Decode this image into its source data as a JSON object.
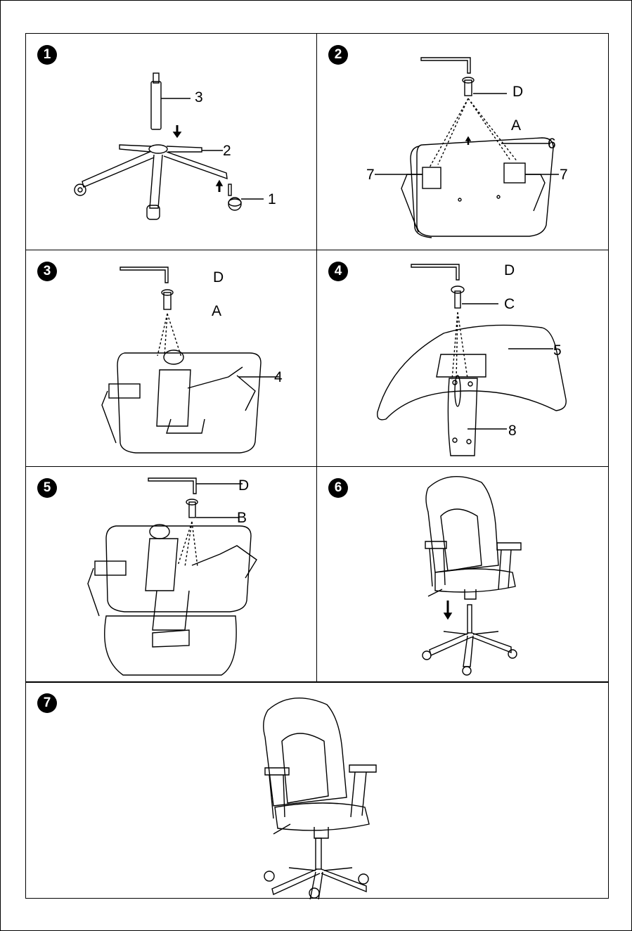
{
  "steps": [
    {
      "number": "1",
      "labels": [
        "3",
        "2",
        "1"
      ]
    },
    {
      "number": "2",
      "labels": [
        "D",
        "A",
        "6",
        "7",
        "7"
      ]
    },
    {
      "number": "3",
      "labels": [
        "D",
        "A",
        "4"
      ]
    },
    {
      "number": "4",
      "labels": [
        "D",
        "C",
        "5",
        "8"
      ]
    },
    {
      "number": "5",
      "labels": [
        "D",
        "B"
      ]
    },
    {
      "number": "6",
      "labels": []
    },
    {
      "number": "7",
      "labels": []
    }
  ],
  "colors": {
    "line": "#000000",
    "background": "#ffffff",
    "badge": "#000000"
  }
}
